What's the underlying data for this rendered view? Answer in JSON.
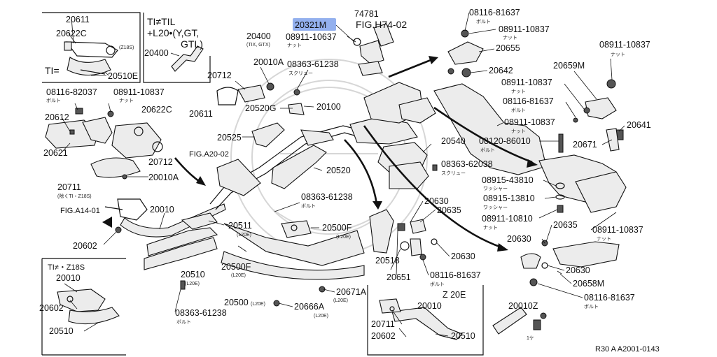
{
  "highlight_color": "#3b6fe0",
  "highlight_part": "20321M",
  "footer_code": "R30 A A2001-0143",
  "labels": {
    "p20611_top": "20611",
    "p20622c_top": "20622C",
    "z18s_tag": "(Z18S)",
    "ti_eq": "TI=",
    "p20510e": "20510E",
    "til_title": "TI≠TIL",
    "l20_line": "+L20•(Y,GT,",
    "gtl_line": "GTL)",
    "p20400_box": "20400",
    "p20321m": "20321M",
    "p74781": "74781",
    "fig_h74": "FIG.H74-02",
    "p20400": "20400",
    "p20400_sub": "(TIX, GTX)",
    "b08911_10637": "08911-10637",
    "nut_a": "ナット",
    "p08116_81637_tr": "08116-81637",
    "bolt_tr": "ボルト",
    "p08911_10837_tr": "08911-10837",
    "nut_tr": "ナット",
    "p20655": "20655",
    "p20642": "20642",
    "p08911_10837_r": "08911-10837",
    "nut_r": "ナット",
    "p20659m": "20659M",
    "p20010a_top": "20010A",
    "p08363_61238_top": "08363-61238",
    "screw_top": "スクリュー",
    "p20712_top": "20712",
    "p08911_10837_mr": "08911-10837",
    "nut_mr": "ナット",
    "p08116_81637_mr": "08116-81637",
    "bolt_mr": "ボルト",
    "p08116_82037": "08116-82037",
    "bolt_l": "ボルト",
    "p08911_10837_l": "08911-10837",
    "nut_l": "ナット",
    "p20612": "20612",
    "p20622c_l": "20622C",
    "p20611_l": "20611",
    "p20520g": "20520G",
    "p20100": "20100",
    "p08911_10837_m": "08911-10837",
    "nut_m": "ナット",
    "p20641": "20641",
    "p20621": "20621",
    "p20525": "20525",
    "p08120_86010": "08120-86010",
    "bolt_m": "ボルト",
    "p20671": "20671",
    "p20712_l": "20712",
    "fig_a20": "FIG.A20-02",
    "p20540": "20540",
    "p08363_62038": "08363-62038",
    "screw_m": "スクリュー",
    "p20010a_l": "20010A",
    "p20520": "20520",
    "p08915_43810": "08915-43810",
    "washer_a": "ワッシャー",
    "p20711": "20711",
    "p20711_sub": "(除くTI・Z18S)",
    "p08363_61238_m": "08363-61238",
    "bolt_m2": "ボルト",
    "p08915_13810": "08915-13810",
    "washer_b": "ワッシャー",
    "p20630_a": "20630",
    "p20635_a": "20635",
    "fig_a14": "FIG.A14-01",
    "p20010_m": "20010",
    "p08911_10810": "08911-10810",
    "nut_b": "ナット",
    "p20635_b": "20635",
    "p08911_10837_b": "08911-10837",
    "nut_b2": "ナット",
    "p20511": "20511",
    "l20e_a": "(L20E)",
    "p20500f_a": "20500F",
    "l20e_b": "(L20E)",
    "p20602_m": "20602",
    "p20630_b": "20630",
    "p20630_c": "20630",
    "box_title": "TI≠・Z18S",
    "p20010_box": "20010",
    "p20500f_b": "20500F",
    "l20e_c": "(L20E)",
    "p20518": "20518",
    "p20630_d": "20630",
    "p20510_m": "20510",
    "l20e_d": "(L20E)",
    "p20651": "20651",
    "p08116_81637_b": "08116-81637",
    "bolt_b": "ボルト",
    "p20658m": "20658M",
    "p20602_box": "20602",
    "p20671a": "20671A",
    "l20e_e": "(L20E)",
    "z20e": "Z 20E",
    "p08116_81637_br": "08116-81637",
    "bolt_br": "ボルト",
    "p20500": "20500",
    "l20e_f": "(L20E)",
    "p20666a": "20666A",
    "l20e_g": "(L20E)",
    "p20010_z": "20010",
    "p20010z": "20010Z",
    "p08363_61238_b": "08363-61238",
    "bolt_b3": "ボルト",
    "p20711_z": "20711",
    "p20510_box": "20510",
    "p20602_z": "20602",
    "p20510_z": "20510",
    "one_piece": "1ケ"
  }
}
